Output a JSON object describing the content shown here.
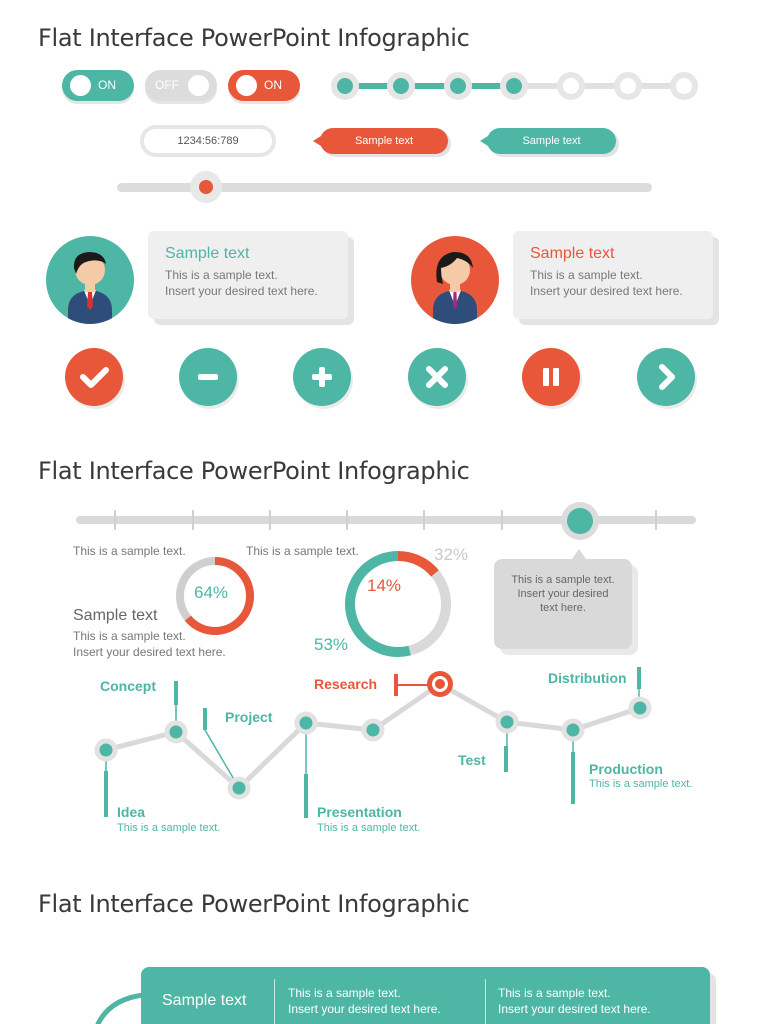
{
  "colors": {
    "teal": "#4db6a4",
    "orange": "#e8573a",
    "gray": "#dcdcdc"
  },
  "section1": {
    "title": "Flat Interface PowerPoint Infographic",
    "toggles": [
      {
        "label": "ON",
        "state": "on",
        "color": "#4db6a4"
      },
      {
        "label": "OFF",
        "state": "off",
        "color": "#dcdcdc"
      },
      {
        "label": "ON",
        "state": "on",
        "color": "#e8573a"
      }
    ],
    "stepper": {
      "total_steps": 7,
      "completed_steps": 4
    },
    "input": {
      "value": "1234:56:789"
    },
    "tags": [
      {
        "text": "Sample text",
        "color": "#e8573a"
      },
      {
        "text": "Sample text",
        "color": "#4db6a4"
      }
    ],
    "slider": {
      "value_fraction": 0.17
    },
    "profiles": [
      {
        "icon": "male-avatar-icon",
        "title": "Sample text",
        "line1": "This is a sample text.",
        "line2": "Insert your desired text here.",
        "color": "#4db6a4"
      },
      {
        "icon": "female-avatar-icon",
        "title": "Sample text",
        "line1": "This is a sample text.",
        "line2": "Insert your desired text here.",
        "color": "#e8573a"
      }
    ],
    "buttons": [
      {
        "icon": "check-icon",
        "color": "#e8573a"
      },
      {
        "icon": "minus-icon",
        "color": "#4db6a4"
      },
      {
        "icon": "plus-icon",
        "color": "#4db6a4"
      },
      {
        "icon": "close-icon",
        "color": "#4db6a4"
      },
      {
        "icon": "pause-icon",
        "color": "#e8573a"
      },
      {
        "icon": "chevron-right-icon",
        "color": "#4db6a4"
      }
    ]
  },
  "section2": {
    "title": "Flat Interface PowerPoint Infographic",
    "timeline": {
      "ticks": 8,
      "value_fraction": 0.82
    },
    "donut1": {
      "label": "This is a sample text.",
      "pct_label": "64%",
      "value": 64
    },
    "donut2": {
      "label": "This is a sample text.",
      "orange_label": "14%",
      "gray_label": "32%",
      "teal_label": "53%",
      "orange": 14,
      "gray": 32,
      "teal": 53
    },
    "sample": {
      "title": "Sample text",
      "line1": "This is a sample text.",
      "line2": "Insert your desired text here."
    },
    "tooltip": {
      "line1": "This is a sample text.",
      "line2": "Insert your desired",
      "line3": "text here."
    },
    "milestones": {
      "concept": "Concept",
      "project": "Project",
      "research": "Research",
      "distribution": "Distribution",
      "idea": "Idea",
      "idea_sub": "This is a sample text.",
      "presentation": "Presentation",
      "presentation_sub": "This is a sample text.",
      "test": "Test",
      "production": "Production",
      "production_sub": "This is a sample text."
    }
  },
  "section3": {
    "title": "Flat Interface PowerPoint Infographic",
    "table": {
      "header": "Sample text",
      "col1_line1": "This is a sample text.",
      "col1_line2": "Insert your desired text here.",
      "col2_line1": "This is a sample text.",
      "col2_line2": "Insert your desired text here."
    }
  }
}
